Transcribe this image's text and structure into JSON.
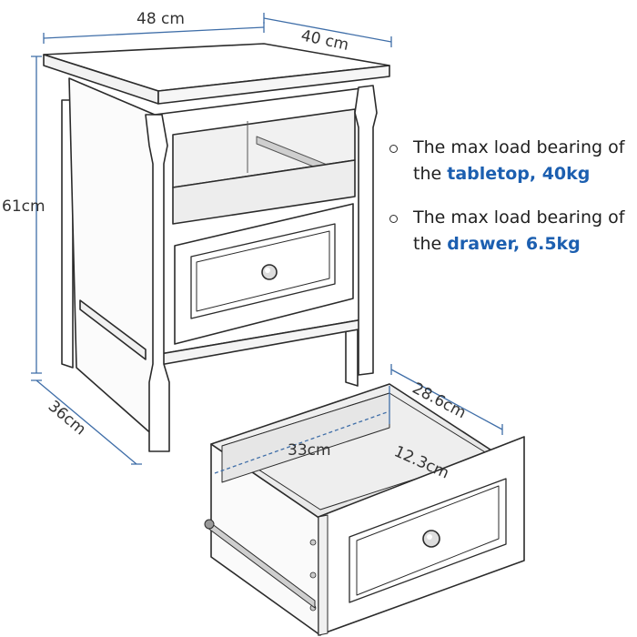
{
  "dimensions": {
    "width": "48 cm",
    "depth": "40 cm",
    "height": "61cm",
    "side_depth": "36cm",
    "drawer_width": "28.6cm",
    "drawer_inner_length": "33cm",
    "drawer_height": "12.3cm"
  },
  "specs": [
    {
      "prefix": "The max load bearing of the ",
      "highlight": "tabletop, 40kg"
    },
    {
      "prefix": "The max load bearing of the ",
      "highlight": "drawer, 6.5kg"
    }
  ],
  "colors": {
    "accent": "#1c5fb0",
    "dimension_line": "#3f6ea8",
    "outline": "#2b2b2b"
  }
}
